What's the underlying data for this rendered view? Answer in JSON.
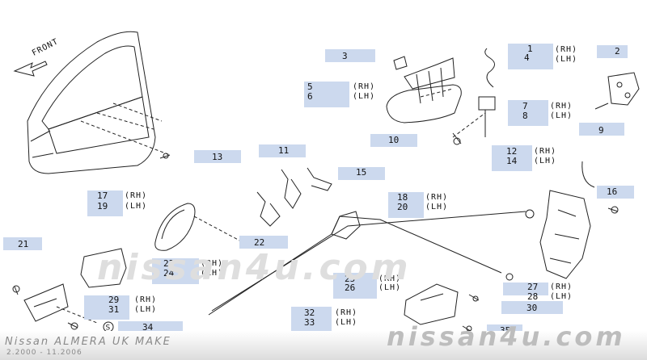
{
  "front_label": "FRONT",
  "callouts": {
    "c1": "1",
    "c2": "2",
    "c3": "3",
    "c4": "4",
    "c5": "5",
    "c6": "6",
    "c7": "7",
    "c8": "8",
    "c9": "9",
    "c10": "10",
    "c11": "11",
    "c12": "12",
    "c13": "13",
    "c14": "14",
    "c15": "15",
    "c16": "16",
    "c17": "17",
    "c18": "18",
    "c19": "19",
    "c20": "20",
    "c21": "21",
    "c22": "22",
    "c23": "23",
    "c24": "24",
    "c25": "25",
    "c26": "26",
    "c27": "27",
    "c28": "28",
    "c29": "29",
    "c30": "30",
    "c31": "31",
    "c32": "32",
    "c33": "33",
    "c34": "34",
    "c35": "35"
  },
  "rh": "(RH)",
  "lh": "(LH)",
  "watermark": "nissan4u.com",
  "footer": {
    "model": "Nissan ALMERA UK MAKE",
    "dates": "2.2000 - 11.2006"
  }
}
